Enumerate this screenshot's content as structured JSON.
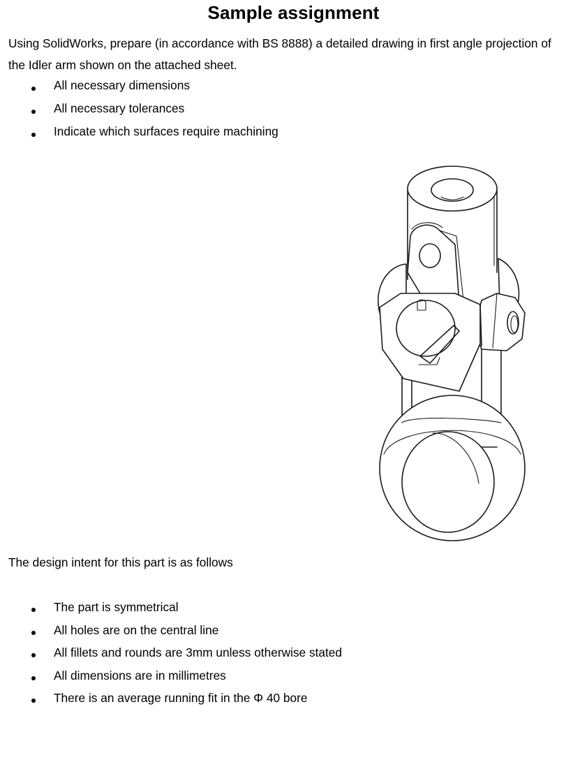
{
  "document": {
    "title": "Sample assignment",
    "intro_line_1": "Using SolidWorks, prepare (in accordance with BS 8888) a detailed drawing in first angle projection of",
    "intro_line_2": "the Idler arm shown on the attached sheet.",
    "requirements": [
      "All necessary dimensions",
      "All necessary tolerances",
      "Indicate which surfaces require machining"
    ],
    "design_intent_heading": "The design intent for this part is as follows",
    "design_intent": [
      "The part is symmetrical",
      "All holes are on the central line",
      "All fillets and rounds are 3mm unless otherwise stated",
      "All dimensions are in millimetres",
      "There is an average running fit in the Φ 40 bore"
    ]
  }
}
